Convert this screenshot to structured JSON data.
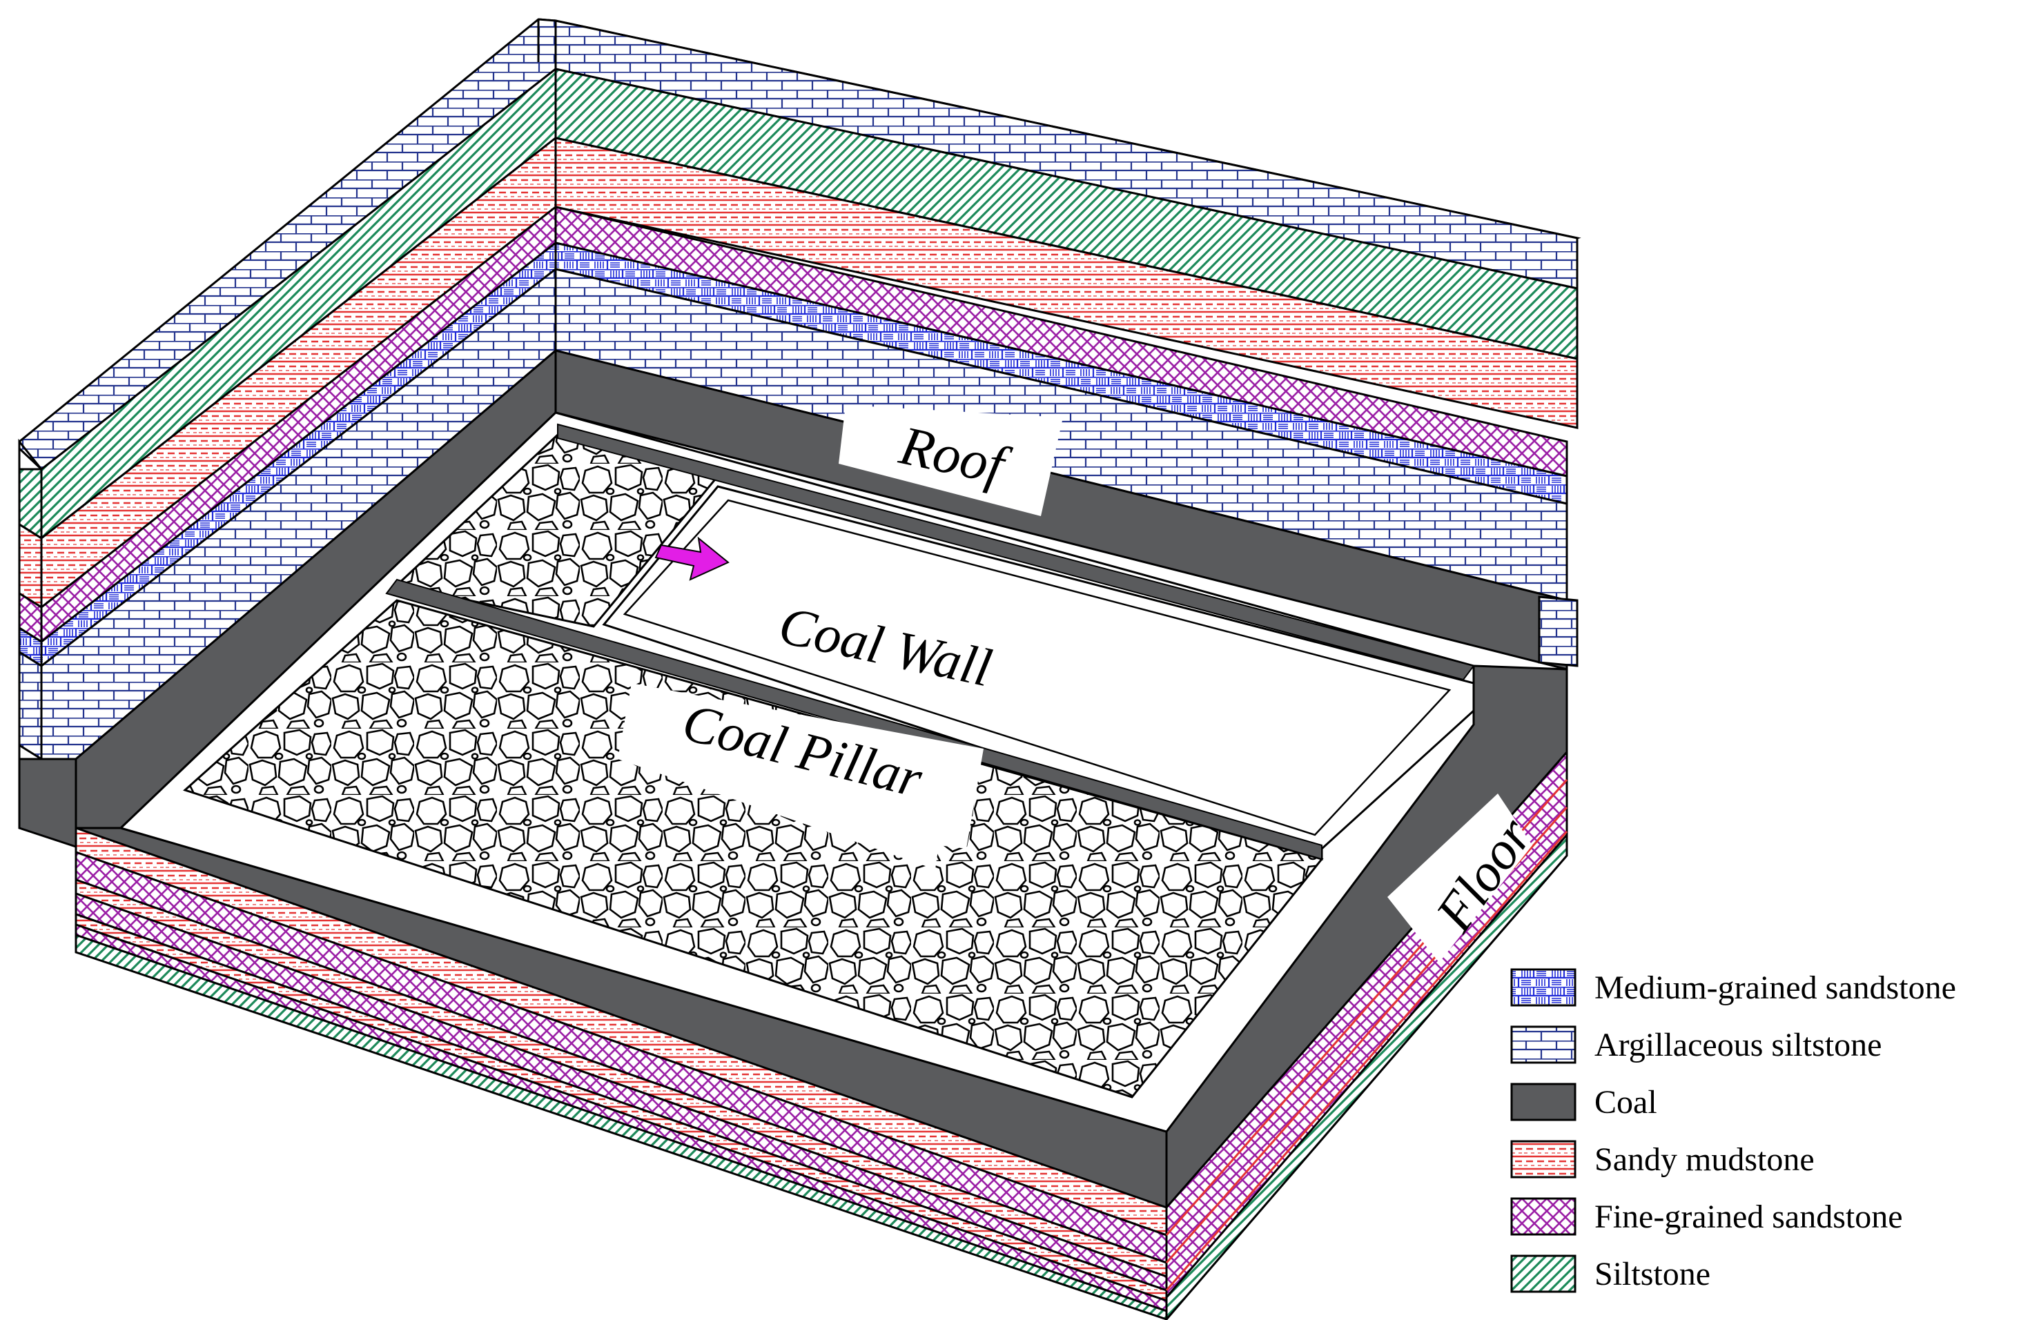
{
  "labels": {
    "roof": "Roof",
    "coal_wall": "Coal Wall",
    "coal_pillar": "Coal Pillar",
    "floor": "Floor"
  },
  "legend": {
    "placement": "bottom-right",
    "items": [
      {
        "name": "Medium-grained sandstone",
        "pattern": "medium-grained-sandstone",
        "color": "#1f2ad8"
      },
      {
        "name": "Argillaceous siltstone",
        "pattern": "argillaceous-siltstone",
        "color": "#24348e"
      },
      {
        "name": "Coal",
        "pattern": "coal",
        "color": "#5a5b5d"
      },
      {
        "name": "Sandy mudstone",
        "pattern": "sandy-mudstone",
        "color": "#e53434"
      },
      {
        "name": "Fine-grained sandstone",
        "pattern": "fine-grained-sandstone",
        "color": "#9b1fa6"
      },
      {
        "name": "Siltstone",
        "pattern": "siltstone",
        "color": "#1d8a5a"
      }
    ]
  },
  "colors": {
    "outline": "#000000",
    "coal": "#5a5b5d",
    "arrow": "#e21ee6",
    "rubble_fill": "#ffffff"
  },
  "icons": {
    "advance_direction": "arrow-right-icon"
  }
}
